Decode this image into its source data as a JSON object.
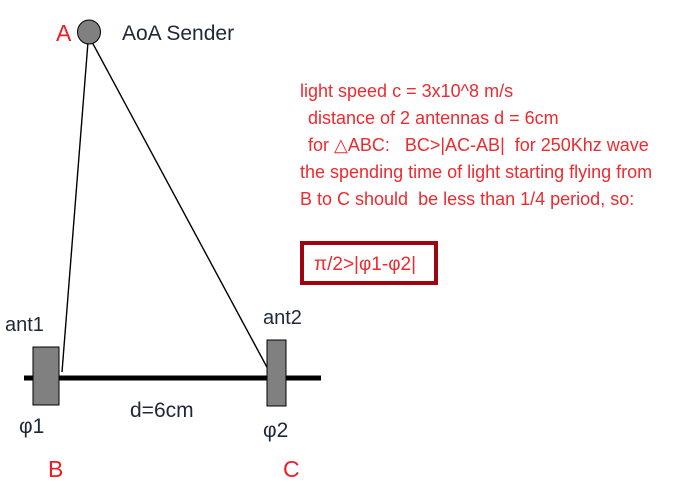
{
  "diagram": {
    "title_label": "AoA Sender",
    "vertices": {
      "apex": "A",
      "bottom_left": "B",
      "bottom_right": "C"
    },
    "antennas": {
      "left_name": "ant1",
      "right_name": "ant2",
      "left_phase": "φ1",
      "right_phase": "φ2",
      "separation_label": "d=6cm"
    },
    "colors": {
      "vertex_red": "#ee1c25",
      "note_red": "#ee2a2f",
      "box_border_red": "#9e0511",
      "antenna_gray": "#808080",
      "line_black": "#000000",
      "label_dark": "#1f2838"
    }
  },
  "notes": {
    "lines": [
      "light speed c = 3x10^8 m/s",
      "distance of 2 antennas d = 6cm",
      "for △ABC:   BC>|AC-AB|  for 250Khz wave",
      "the spending time of light starting flying from",
      "B to C should  be less than 1/4 period, so:"
    ]
  },
  "formula": {
    "text": "π/2>|φ1-φ2|"
  }
}
